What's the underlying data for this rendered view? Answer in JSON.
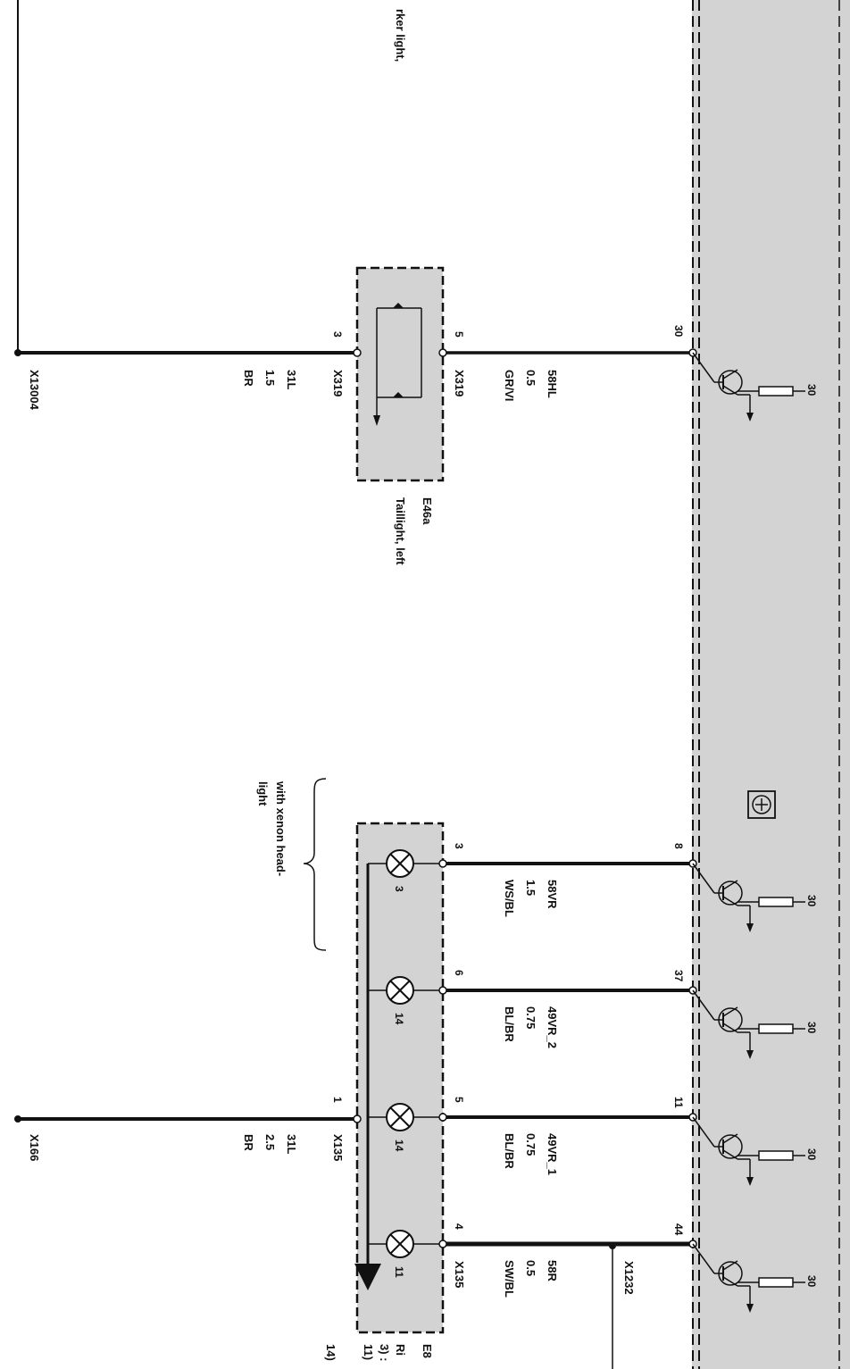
{
  "diagram": {
    "top_note": "rker light,",
    "module_icon": "transistor-symbol-icon",
    "grounds": [
      "X13004",
      "X166"
    ],
    "taillight": {
      "code": "E46a",
      "name": "Taillight, left",
      "pin_left": "3",
      "pin_right": "5",
      "connector_left": "X319",
      "connector_right": "X319"
    },
    "taillight_wires": {
      "ground": [
        "31L",
        "1.5",
        "BR"
      ],
      "feed": [
        "58HL",
        "0.5",
        "GR/VI"
      ],
      "module_pin": "30"
    },
    "headlight_block": {
      "code": "E8",
      "lines": [
        "Ri",
        "3) :",
        "11)"
      ],
      "footnote": "14)",
      "connector": "X135",
      "connector_ground": "X135",
      "ground_pin": "1",
      "bracket_note": "with xenon head-light",
      "ground_wire": [
        "31L",
        "2.5",
        "BR"
      ],
      "x1232": "X1232"
    },
    "channels": [
      {
        "bulb_pin": "3",
        "module_pin": "8",
        "bulb_label": "3",
        "wire": [
          "58VR",
          "1.5",
          "WS/BL"
        ]
      },
      {
        "bulb_pin": "6",
        "module_pin": "37",
        "bulb_label": "14",
        "wire": [
          "49VR_2",
          "0.75",
          "BL/BR"
        ]
      },
      {
        "bulb_pin": "5",
        "module_pin": "11",
        "bulb_label": "14",
        "wire": [
          "49VR_1",
          "0.75",
          "BL/BR"
        ]
      },
      {
        "bulb_pin": "4",
        "module_pin": "44",
        "bulb_label": "11",
        "wire": [
          "58R",
          "0.5",
          "SW/BL"
        ]
      }
    ],
    "resistor_label": "30"
  }
}
